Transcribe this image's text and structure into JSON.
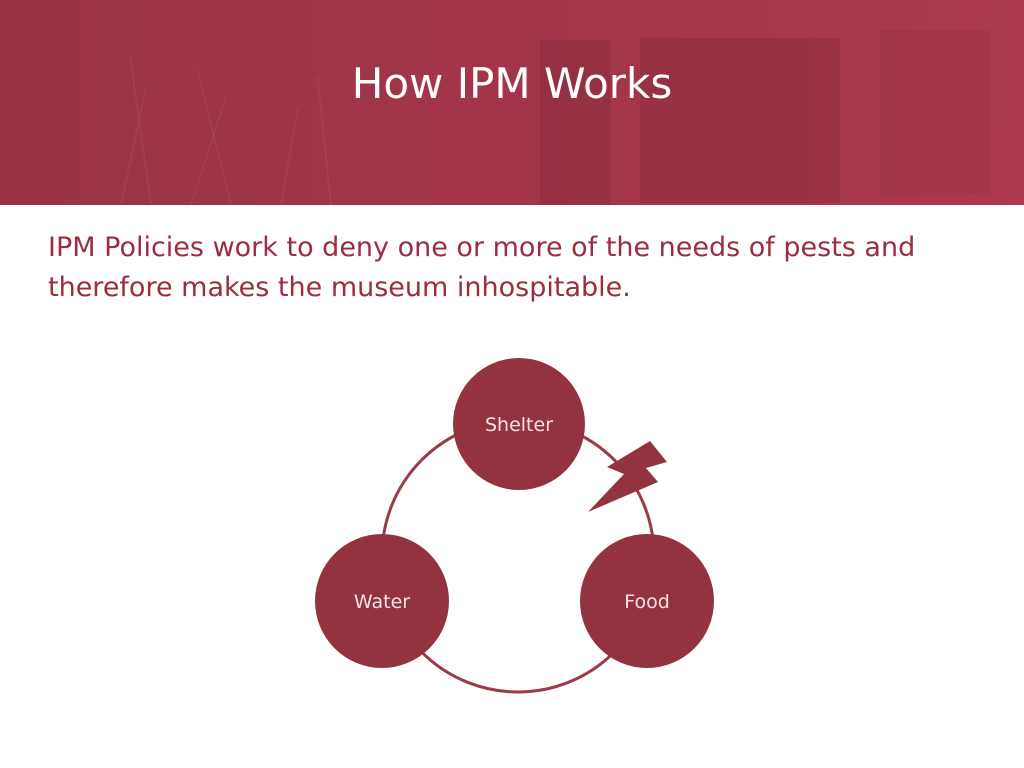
{
  "slide": {
    "title": "How IPM Works",
    "body": "IPM Policies work to deny one or more of the needs of pests and therefore makes the museum inhospitable."
  },
  "diagram": {
    "nodes": [
      {
        "id": "shelter",
        "label": "Shelter"
      },
      {
        "id": "water",
        "label": "Water"
      },
      {
        "id": "food",
        "label": "Food"
      }
    ],
    "break_symbol": "lightning-bolt-icon"
  },
  "colors": {
    "header_band": "#a23549",
    "title_text": "#ffffff",
    "body_text": "#9b2d3f",
    "node_fill": "#943340",
    "node_label": "#f3e3e6",
    "ring_stroke": "#9c3a48",
    "background": "#ffffff"
  }
}
